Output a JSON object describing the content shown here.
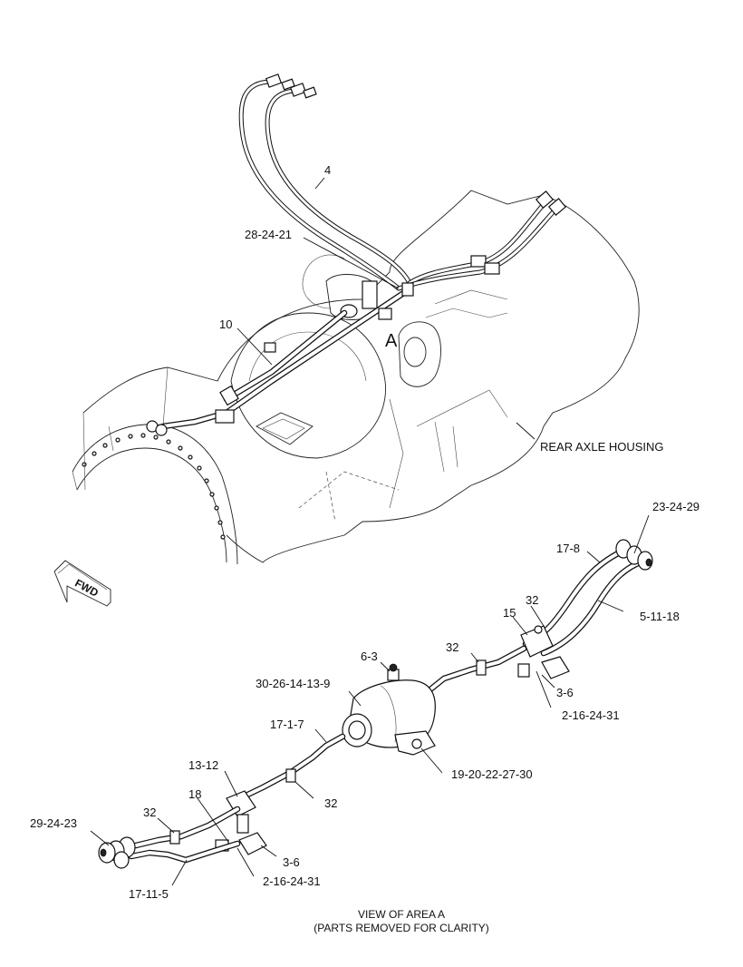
{
  "callouts": {
    "c4": "4",
    "c28_24_21": "28-24-21",
    "c10": "10",
    "cA": "A",
    "rear_axle": "REAR AXLE HOUSING",
    "fwd": "FWD",
    "c23_24_29": "23-24-29",
    "c17_8": "17-8",
    "c32_a": "32",
    "c15": "15",
    "c5_11_18": "5-11-18",
    "c32_b": "32",
    "c6_3": "6-3",
    "c3_6_a": "3-6",
    "c30_26_14_13_9": "30-26-14-13-9",
    "c2_16_24_31_a": "2-16-24-31",
    "c17_1_7": "17-1-7",
    "c19_20_22_27_30": "19-20-22-27-30",
    "c13_12": "13-12",
    "c32_c": "32",
    "c18": "18",
    "c32_d": "32",
    "c29_24_23": "29-24-23",
    "c3_6_b": "3-6",
    "c2_16_24_31_b": "2-16-24-31",
    "c17_11_5": "17-11-5"
  },
  "caption": {
    "line1": "VIEW OF AREA A",
    "line2": "(PARTS REMOVED FOR CLARITY)"
  }
}
